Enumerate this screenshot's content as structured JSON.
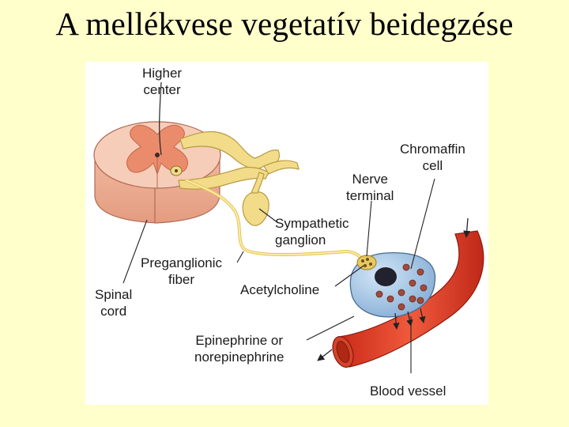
{
  "title": "A mellékvese vegetatív beidegzése",
  "labels": {
    "higher_center": "Higher\ncenter",
    "chromaffin_cell": "Chromaffin\ncell",
    "nerve_terminal": "Nerve\nterminal",
    "sympathetic_ganglion": "Sympathetic\nganglion",
    "preganglionic_fiber": "Preganglionic\nfiber",
    "acetylcholine": "Acetylcholine",
    "spinal_cord": "Spinal\ncord",
    "epinephrine": "Epinephrine or\nnorepinephrine",
    "blood_vessel": "Blood vessel"
  },
  "colors": {
    "background": "#ffffcc",
    "cord_outer": "#f4c6b2",
    "cord_grey_matter": "#e98a6a",
    "nerve": "#f2dc8a",
    "chromaffin_cell": "#a9c8e8",
    "granules": "#a05040",
    "vessel": "#e2442a"
  }
}
